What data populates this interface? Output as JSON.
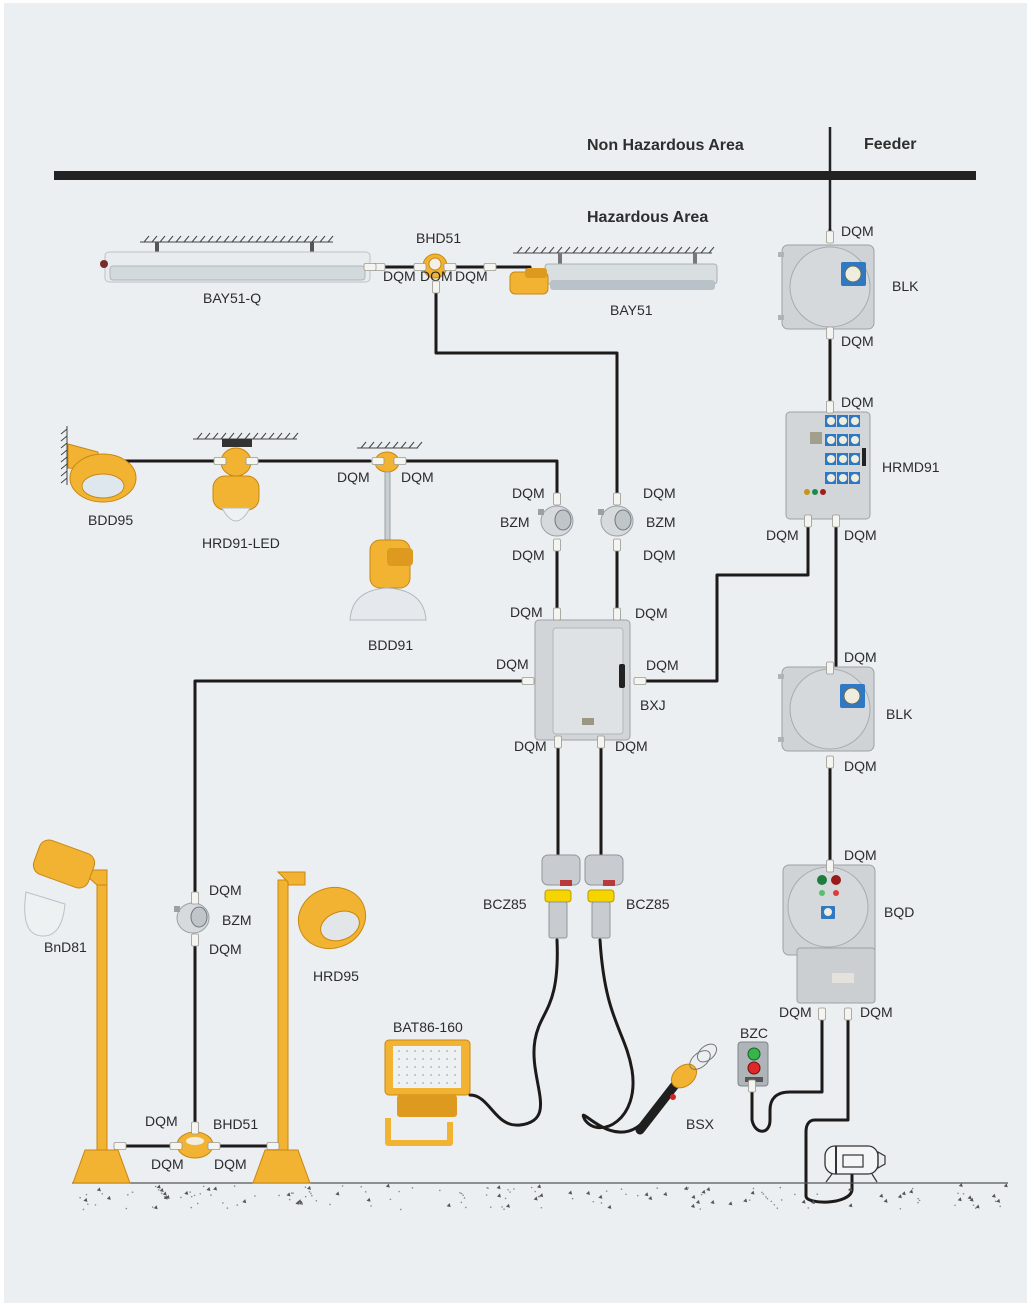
{
  "areas": {
    "non_hazardous": "Non Hazardous Area",
    "feeder": "Feeder",
    "hazardous": "Hazardous Area"
  },
  "colors": {
    "background": "#ebeff2",
    "cable": "#1d1a1a",
    "fixture_yellow": "#f2b333",
    "enclosure_gray": "#c8ccd0",
    "switch_blue": "#2f78c4",
    "indicator_green": "#2aa845",
    "indicator_red": "#d62a2a"
  },
  "devices": {
    "bay51q": "BAY51-Q",
    "bhd51_top": "BHD51",
    "bay51": "BAY51",
    "bdd95": "BDD95",
    "hrd91led": "HRD91-LED",
    "bdd91": "BDD91",
    "bzm_left": "BZM",
    "bzm_right": "BZM",
    "bxj": "BXJ",
    "blk_top": "BLK",
    "hrmd91": "HRMD91",
    "blk_bottom": "BLK",
    "bqd": "BQD",
    "bnd81": "BnD81",
    "bzm_bottom": "BZM",
    "hrd95": "HRD95",
    "bhd51_bottom": "BHD51",
    "bcz85_left": "BCZ85",
    "bcz85_right": "BCZ85",
    "bat86": "BAT86-160",
    "bsx": "BSX",
    "bzc": "BZC"
  },
  "glands": {
    "label": "DQM",
    "count": 38
  }
}
